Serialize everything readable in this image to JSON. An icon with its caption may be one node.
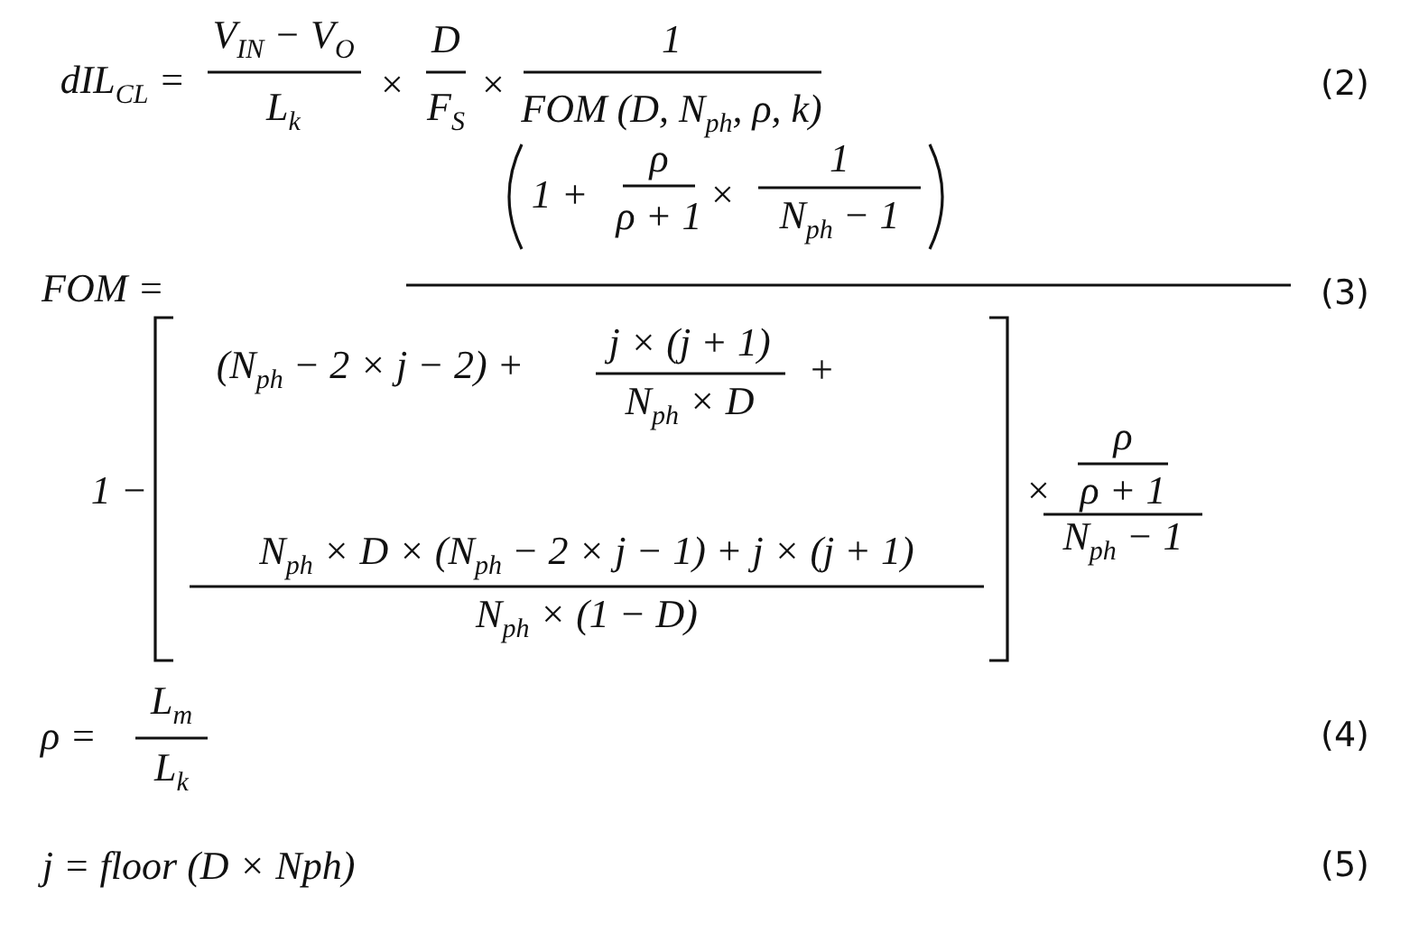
{
  "diagram": {
    "labels": [
      "dIL$_{CL}$ =",
      "V$_{IN}$ − V$_{O}$",
      "L$_{k}$",
      "×",
      "D",
      "F$_{S}$",
      "×",
      "1",
      "FOM (D, N$_{ph}$, ρ, k)",
      "(2)",
      "1 +",
      "ρ",
      "ρ + 1",
      "×",
      "1",
      "N$_{ph}$ − 1",
      "FOM =",
      "(3)",
      "1 −",
      "(N$_{ph}$ − 2 × j − 2) +",
      "j × (j + 1)",
      "N$_{ph}$ × D",
      "+",
      "N$_{ph}$ × D × (N$_{ph}$ − 2 × j − 1) + j × (j + 1)",
      "N$_{ph}$ × (1 − D)",
      "×",
      "ρ",
      "ρ + 1",
      "N$_{ph}$ − 1",
      "ρ =",
      "L$_{m}$",
      "L$_{k}$",
      "(4)",
      "j = floor (D × Nph)",
      "(5)"
    ]
  }
}
